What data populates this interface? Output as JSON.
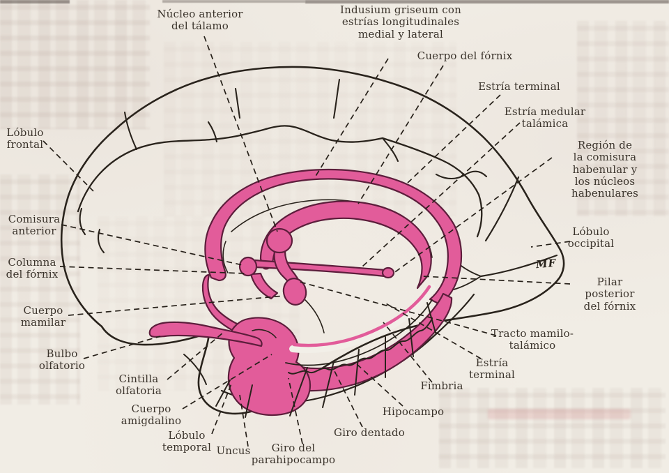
{
  "figure_kind": "anatomical-diagram",
  "colors": {
    "paper": "#f1ede5",
    "structure_pink": "#e25c9a",
    "structure_outline": "#5d1e3c",
    "line_ink": "#29231c",
    "label_ink": "#3a332b"
  },
  "diagram": {
    "signature": "MF",
    "labels": [
      {
        "id": "nucleo-anterior-talamo",
        "text": "Núcleo anterior\ndel tálamo"
      },
      {
        "id": "indusium-griseum",
        "text": "Indusium griseum con\nestrías longitudinales\nmedial y lateral"
      },
      {
        "id": "cuerpo-del-fornix",
        "text": "Cuerpo del fórnix"
      },
      {
        "id": "estria-terminal-superior",
        "text": "Estría terminal"
      },
      {
        "id": "estria-medular-talamica",
        "text": "Estría medular\ntalámica"
      },
      {
        "id": "region-comisura-habenular",
        "text": "Región de la comisura\nhabenular y los núcleos\nhabenulares"
      },
      {
        "id": "lobulo-frontal",
        "text": "Lóbulo\nfrontal"
      },
      {
        "id": "comisura-anterior",
        "text": "Comisura\nanterior"
      },
      {
        "id": "columna-del-fornix",
        "text": "Columna\ndel fórnix"
      },
      {
        "id": "cuerpo-mamilar",
        "text": "Cuerpo\nmamilar"
      },
      {
        "id": "bulbo-olfatorio",
        "text": "Bulbo\nolfatorio"
      },
      {
        "id": "cintilla-olfatoria",
        "text": "Cintilla\nolfatoria"
      },
      {
        "id": "cuerpo-amigdalino",
        "text": "Cuerpo\namigdalino"
      },
      {
        "id": "lobulo-temporal",
        "text": "Lóbulo\ntemporal"
      },
      {
        "id": "uncus",
        "text": "Uncus"
      },
      {
        "id": "giro-del-parahipocampo",
        "text": "Giro del\nparahipocampo"
      },
      {
        "id": "giro-dentado",
        "text": "Giro dentado"
      },
      {
        "id": "hipocampo",
        "text": "Hipocampo"
      },
      {
        "id": "fimbria",
        "text": "Fimbria"
      },
      {
        "id": "estria-terminal-inferior",
        "text": "Estría\nterminal"
      },
      {
        "id": "tracto-mamilotalamico",
        "text": "Tracto mamilo-\ntalámico"
      },
      {
        "id": "pilar-posterior-del-fornix",
        "text": "Pilar posterior\ndel fórnix"
      },
      {
        "id": "lobulo-occipital",
        "text": "Lóbulo\noccipital"
      }
    ]
  }
}
